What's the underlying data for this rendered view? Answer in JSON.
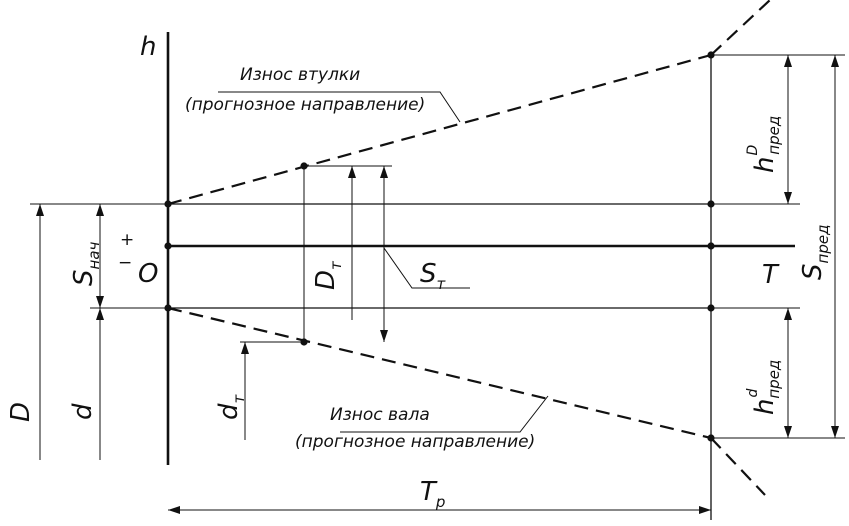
{
  "axes": {
    "vertical": "h",
    "horizontal": "T",
    "origin": "O",
    "plus": "+",
    "minus": "−"
  },
  "bushing_wear": {
    "title": "Износ втулки",
    "note": "(прогнозное направление)"
  },
  "shaft_wear": {
    "title": "Износ вала",
    "note": "(прогнозное направление)"
  },
  "labels": {
    "S_nach": {
      "main": "S",
      "sub": "нач"
    },
    "D_t": {
      "main": "D",
      "sub": "т"
    },
    "S_t": {
      "main": "S",
      "sub": "т"
    },
    "S_pred": {
      "main": "S",
      "sub": "пред"
    },
    "h_D_pred": {
      "main": "h",
      "sup": "D",
      "sub": "пред"
    },
    "h_d_pred": {
      "main": "h",
      "sup": "d",
      "sub": "пред"
    },
    "D": "D",
    "d": "d",
    "d_t": {
      "main": "d",
      "sub": "т"
    },
    "T_p": {
      "main": "T",
      "sub": "р"
    }
  },
  "colors": {
    "stroke": "#111111",
    "background": "#ffffff"
  }
}
